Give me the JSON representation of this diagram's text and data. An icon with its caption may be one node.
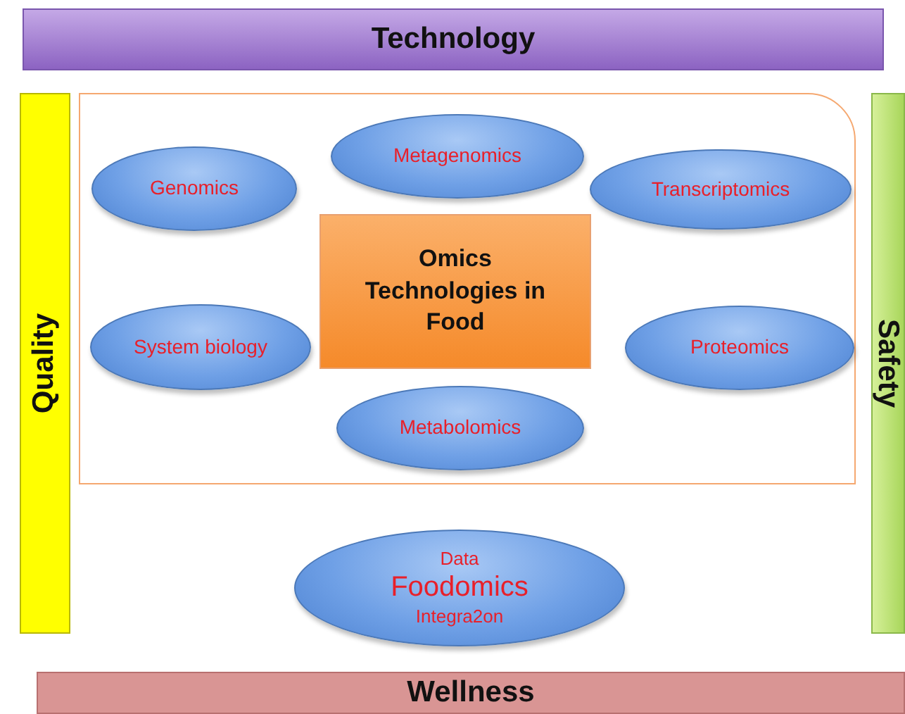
{
  "diagram": {
    "nodes": [
      {
        "text": [
          "Technology"
        ]
      },
      {
        "text": [
          "Quality"
        ]
      },
      {
        "text": [],
        "shape": "box"
      },
      {
        "text": [
          "Metagenomics"
        ],
        "in": 2
      },
      {
        "text": [
          "Genomics"
        ],
        "in": 2
      },
      {
        "text": [
          "Transcriptomics"
        ],
        "in": 2
      },
      {
        "text": [
          "Omics Technologies in Food"
        ],
        "in": 2
      },
      {
        "text": [
          "System biology"
        ],
        "in": 2
      },
      {
        "text": [
          "Proteomics"
        ],
        "in": 2
      },
      {
        "text": [
          "Metabolomics"
        ],
        "in": 2
      },
      {
        "text": [
          "Safety"
        ]
      },
      {
        "text": [
          "Data",
          "Foodomics",
          "Integra2on"
        ]
      },
      {
        "text": [
          "Wellness"
        ]
      }
    ],
    "edges": []
  }
}
